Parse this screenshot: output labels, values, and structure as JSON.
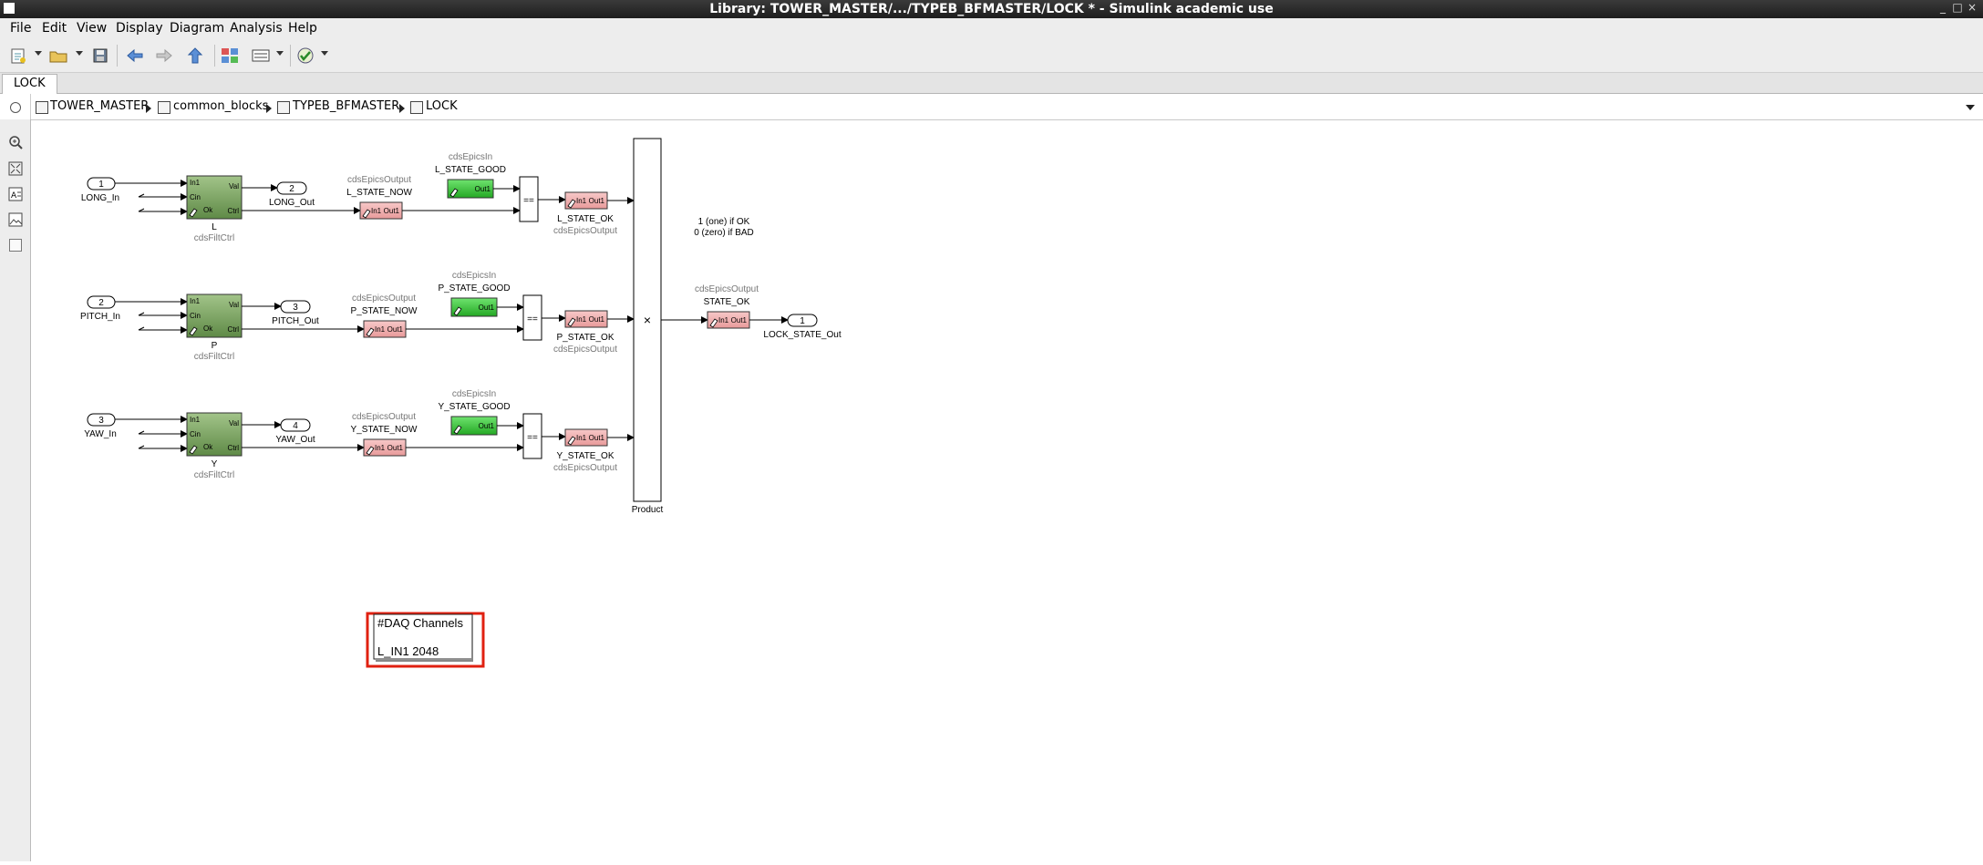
{
  "window": {
    "title": "Library: TOWER_MASTER/.../TYPEB_BFMASTER/LOCK * - Simulink academic use"
  },
  "menu": [
    "File",
    "Edit",
    "View",
    "Display",
    "Diagram",
    "Analysis",
    "Help"
  ],
  "tab": {
    "label": "LOCK"
  },
  "breadcrumb": [
    "TOWER_MASTER",
    "common_blocks",
    "TYPEB_BFMASTER",
    "LOCK"
  ],
  "ports": {
    "in1": "1",
    "in2": "2",
    "in3": "3",
    "out1": "1",
    "out2": "2",
    "out3": "3",
    "out4": "4"
  },
  "port_labels": {
    "long_in": "LONG_In",
    "pitch_in": "PITCH_In",
    "yaw_in": "YAW_In",
    "long_out": "LONG_Out",
    "pitch_out": "PITCH_Out",
    "yaw_out": "YAW_Out",
    "lock_state_out": "LOCK_STATE_Out"
  },
  "filt_blocks": {
    "ports": {
      "in1": "In1",
      "cin": "Cin",
      "val": "Val",
      "ctrl": "Ctrl",
      "ok": "Ok"
    },
    "names": [
      "L",
      "P",
      "Y"
    ],
    "type": "cdsFiltCtrl"
  },
  "epics": {
    "output_type": "cdsEpicsOutput",
    "input_type": "cdsEpicsIn",
    "out_port": "Out1",
    "in_port": "In1",
    "state_now": [
      "L_STATE_NOW",
      "P_STATE_NOW",
      "Y_STATE_NOW"
    ],
    "state_good": [
      "L_STATE_GOOD",
      "P_STATE_GOOD",
      "Y_STATE_GOOD"
    ],
    "state_ok": [
      "L_STATE_OK",
      "P_STATE_OK",
      "Y_STATE_OK"
    ],
    "overall_ok": "STATE_OK"
  },
  "relational": {
    "op": "=="
  },
  "product": {
    "symbol": "×",
    "label": "Product"
  },
  "annotation": {
    "line1": "1 (one) if OK",
    "line2": "0 (zero) if BAD"
  },
  "daq": {
    "title": "#DAQ Channels",
    "line": "L_IN1 2048"
  },
  "colors": {
    "filt": "#7fa866",
    "epics_in": "#3fc63f",
    "epics_out": "#f2b0b0",
    "highlight": "#e02010"
  }
}
